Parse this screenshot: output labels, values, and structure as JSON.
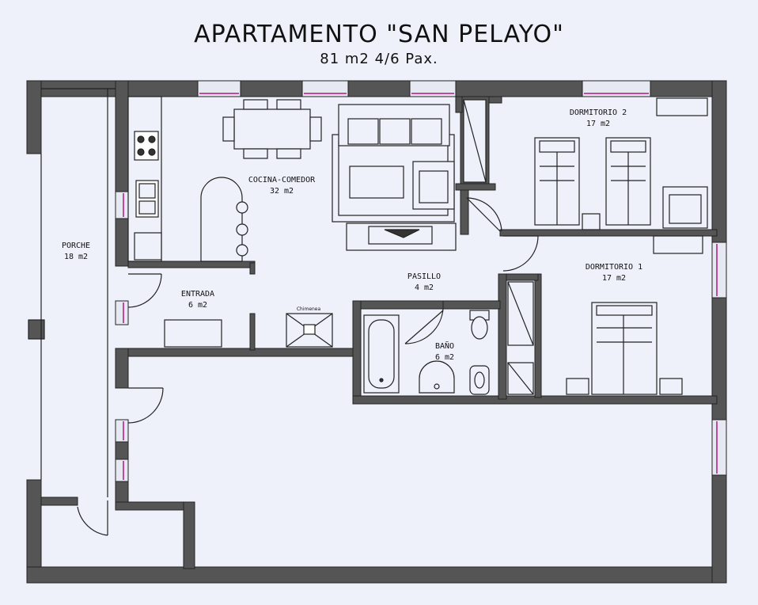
{
  "title": "APARTAMENTO \"SAN PELAYO\"",
  "subtitle": "81 m2  4/6 Pax.",
  "rooms": {
    "porche": {
      "name": "PORCHE",
      "area": "18 m2"
    },
    "cocina": {
      "name": "COCINA-COMEDOR",
      "area": "32 m2"
    },
    "entrada": {
      "name": "ENTRADA",
      "area": "6 m2"
    },
    "pasillo": {
      "name": "PASILLO",
      "area": "4 m2"
    },
    "bano": {
      "name": "BAÑO",
      "area": "6 m2"
    },
    "dorm1": {
      "name": "DORMITORIO 1",
      "area": "17 m2"
    },
    "dorm2": {
      "name": "DORMITORIO 2",
      "area": "17 m2"
    }
  },
  "labels": {
    "chimenea": "Chimenea"
  },
  "colors": {
    "wall": "#555555",
    "line": "#222222",
    "window": "#c24a9c",
    "background": "#eef1f9"
  }
}
